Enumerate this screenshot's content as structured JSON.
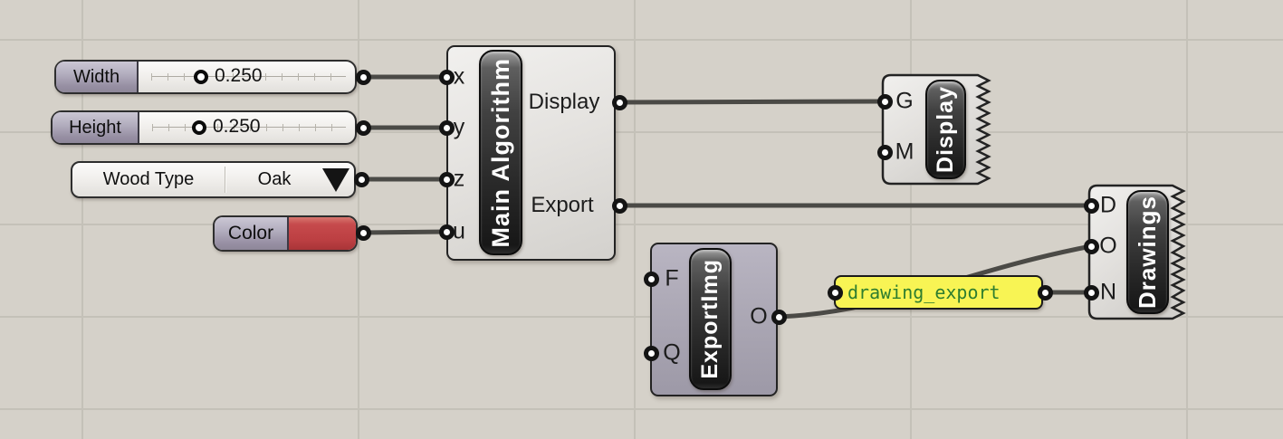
{
  "canvas": {
    "colors": {
      "background": "#d5d1c9",
      "grid": "#c4c1b8",
      "wire": "#4b4a46",
      "component_body": "#e5e3e0",
      "hidden_component_body": "#aca8b5",
      "capsule_dark": "#2b2b2b",
      "panel_yellow": "#f8f454",
      "panel_text_green": "#2d7d2f",
      "swatch_red": "#bc3f42"
    }
  },
  "sliders": [
    {
      "label": "Width",
      "value": "0.250"
    },
    {
      "label": "Height",
      "value": "0.250"
    }
  ],
  "value_list": {
    "label": "Wood Type",
    "selected": "Oak"
  },
  "color_swatch": {
    "label": "Color",
    "color": "#bc3f42"
  },
  "components": {
    "main_algorithm": {
      "title": "Main Algorithm",
      "inputs": [
        "x",
        "y",
        "z",
        "u"
      ],
      "outputs": [
        "Display",
        "Export"
      ]
    },
    "display": {
      "title": "Display",
      "inputs": [
        "G",
        "M"
      ],
      "outputs": []
    },
    "export_img": {
      "title": "ExportImg",
      "inputs": [
        "F",
        "Q"
      ],
      "outputs": [
        "O"
      ]
    },
    "drawings": {
      "title": "Drawings",
      "inputs": [
        "D",
        "O",
        "N"
      ],
      "outputs": []
    }
  },
  "panel": {
    "text": "drawing_export"
  },
  "connections": [
    {
      "from": "Width.out",
      "to": "Main Algorithm.x"
    },
    {
      "from": "Height.out",
      "to": "Main Algorithm.y"
    },
    {
      "from": "Wood Type.out",
      "to": "Main Algorithm.z"
    },
    {
      "from": "Color.out",
      "to": "Main Algorithm.u"
    },
    {
      "from": "Main Algorithm.Display",
      "to": "Display.G"
    },
    {
      "from": "Main Algorithm.Export",
      "to": "Drawings.D"
    },
    {
      "from": "ExportImg.O",
      "to": "Drawings.O"
    },
    {
      "from": "panel.out",
      "to": "Drawings.N"
    }
  ]
}
